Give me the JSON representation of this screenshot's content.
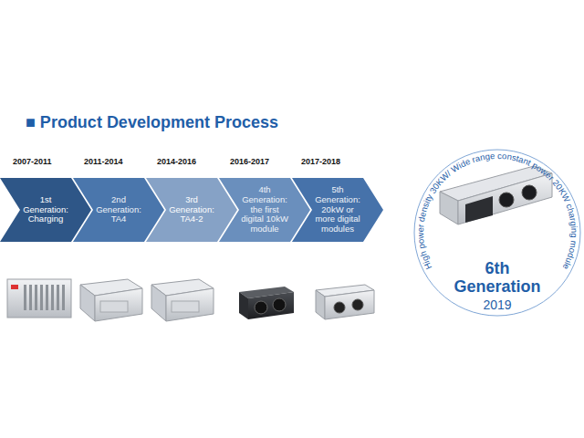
{
  "diagram": {
    "title": "■ Product Development Process",
    "nodes": [
      {
        "text": [
          "1st Generation: Charging"
        ]
      },
      {
        "text": [
          "2nd Generation: TA4"
        ]
      },
      {
        "text": [
          "3rd Generation: TA4-2"
        ]
      },
      {
        "text": [
          "4th Generation: the first digital 10kW module"
        ]
      },
      {
        "text": [
          "5th Generation: 20kW or more digital modules"
        ]
      },
      {
        "text": [
          "High power density 30KW/ Wide range constant power 20KW charging module",
          "6th Generation",
          "2019"
        ]
      }
    ],
    "labels": [
      "2007-2011",
      "2011-2014",
      "2014-2016",
      "2016-2017",
      "2017-2018"
    ]
  }
}
